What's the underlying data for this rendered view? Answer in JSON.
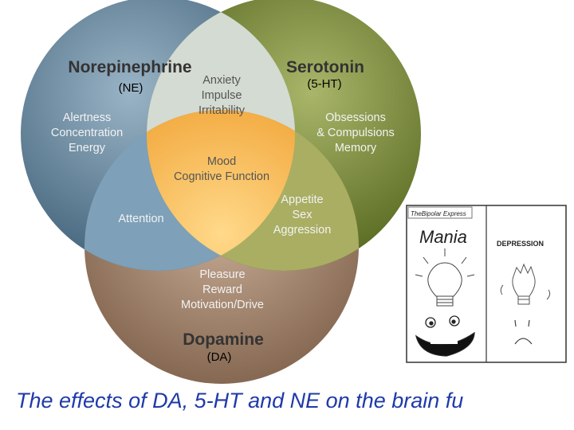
{
  "diagram": {
    "circles": {
      "ne": {
        "title": "Norepinephrine",
        "abbr": "(NE)",
        "color": "#5b7e94"
      },
      "ht": {
        "title": "Serotonin",
        "abbr": "(5-HT)",
        "color": "#6a7d2a"
      },
      "da": {
        "title": "Dopamine",
        "abbr": "(DA)",
        "color": "#9c7c64"
      }
    },
    "regions": {
      "ne_only": [
        "Alertness",
        "Concentration",
        "Energy"
      ],
      "ne_ht": [
        "Anxiety",
        "Impulse",
        "Irritability"
      ],
      "ht_only": [
        "Obsessions",
        "& Compulsions",
        "Memory"
      ],
      "center": [
        "Mood",
        "Cognitive Function"
      ],
      "ne_da": [
        "Attention"
      ],
      "ht_da": [
        "Appetite",
        "Sex",
        "Aggression"
      ],
      "da_only": [
        "Pleasure",
        "Reward",
        "Motivation/Drive"
      ]
    }
  },
  "comic": {
    "title": "TheBipolar Express",
    "left_label": "Mania",
    "right_label": "DEPRESSION"
  },
  "caption": "The effects of DA, 5-HT and NE on the brain fu"
}
